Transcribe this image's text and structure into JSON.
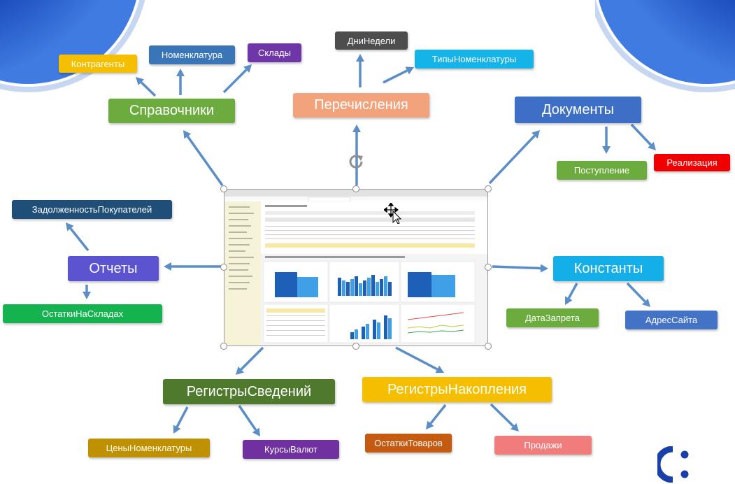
{
  "main_nodes": {
    "spravochniki": "Справочники",
    "perechisleniya": "Перечисления",
    "dokumenty": "Документы",
    "otchety": "Отчеты",
    "konstanty": "Константы",
    "registry_svedeniy": "РегистрыСведений",
    "registry_nakopleniya": "РегистрыНакопления"
  },
  "sub_nodes": {
    "kontragenty": "Контрагенты",
    "nomenklatura": "Номенклатура",
    "sklady": "Склады",
    "dni_nedeli": "ДниНедели",
    "tipy_nomenklatury": "ТипыНоменклатуры",
    "postuplenie": "Поступление",
    "realizaciya": "Реализация",
    "zadolzhennost": "ЗадолженностьПокупателей",
    "ostatki_na_skladah": "ОстаткиНаСкладах",
    "data_zapreta": "ДатаЗапрета",
    "adres_saita": "АдресСайта",
    "ceny_nomenklatury": "ЦеныНоменклатуры",
    "kursy_valyut": "КурсыВалют",
    "ostatki_tovarov": "ОстаткиТоваров",
    "prodazhi": "Продажи"
  },
  "colors": {
    "kontragenty": "#f5bf00",
    "nomenklatura": "#3a75b8",
    "sklady": "#6f36a8",
    "spravochniki": "#6cab3e",
    "perechisleniya": "#f2a37c",
    "dni_nedeli": "#4d4d4d",
    "tipy_nomenklatury": "#14b4e8",
    "dokumenty": "#3e6fc6",
    "postuplenie": "#6cab3e",
    "realizaciya": "#f00000",
    "zadolzhennost": "#1f4e79",
    "otchety": "#5b53cf",
    "ostatki_na_skladah": "#15b350",
    "konstanty": "#14aee8",
    "data_zapreta": "#6cab3e",
    "adres_saita": "#4472c4",
    "registry_svedeniy": "#4f7a2e",
    "ceny_nomenklatury": "#bf9000",
    "kursy_valyut": "#7030a0",
    "registry_nakopleniya": "#f5bf00",
    "ostatki_tovarov": "#c55a11",
    "prodazhi": "#f07c7c",
    "arrow": "#5b8ec7"
  },
  "icons": [
    "rotate-handle-icon",
    "move-cursor-icon",
    "brand-logo-icon"
  ]
}
